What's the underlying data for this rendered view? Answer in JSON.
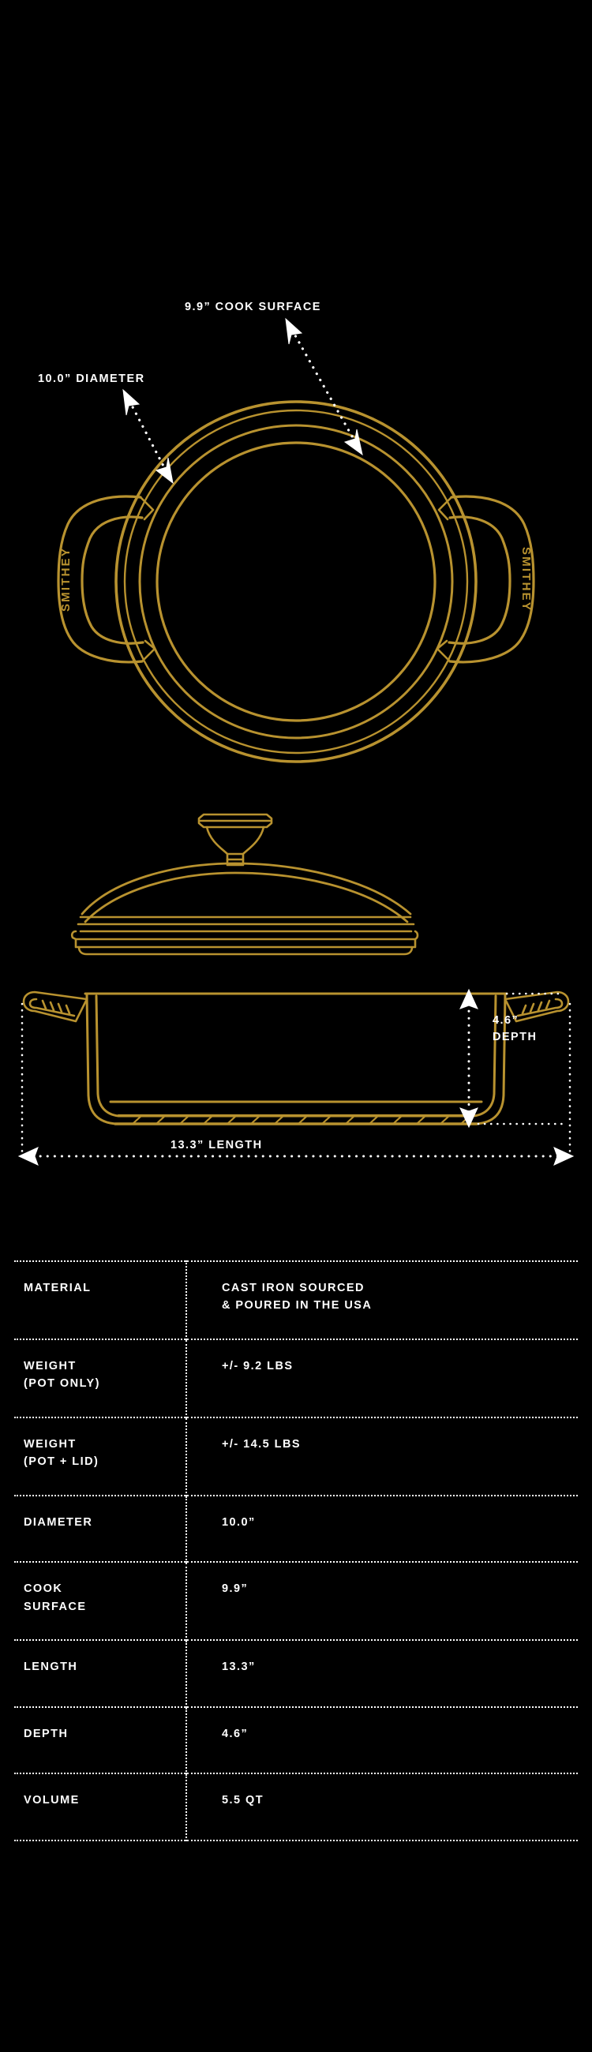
{
  "diagram": {
    "top_view": {
      "name": "pot-top-view",
      "annotations": [
        {
          "id": "cook-surface",
          "label": "9.9” COOK SURFACE"
        },
        {
          "id": "diameter",
          "label": "10.0” DIAMETER"
        }
      ],
      "handle_emboss_text": "SMITHEY"
    },
    "side_view": {
      "name": "pot-side-view",
      "annotations": [
        {
          "id": "length",
          "label": "13.3” LENGTH"
        },
        {
          "id": "depth",
          "label_line1": "4.6”",
          "label_line2": "DEPTH"
        }
      ]
    },
    "colors": {
      "background": "#000000",
      "line_gold": "#b8922f",
      "annotation_white": "#ffffff"
    }
  },
  "spec_table": {
    "rows": [
      {
        "label": "MATERIAL",
        "value": "CAST IRON SOURCED\n& POURED IN THE USA"
      },
      {
        "label": "WEIGHT\n(POT ONLY)",
        "value": "+/- 9.2 LBS"
      },
      {
        "label": "WEIGHT\n(POT + LID)",
        "value": "+/- 14.5 LBS"
      },
      {
        "label": "DIAMETER",
        "value": "10.0”"
      },
      {
        "label": "COOK\nSURFACE",
        "value": "9.9”"
      },
      {
        "label": "LENGTH",
        "value": "13.3”"
      },
      {
        "label": "DEPTH",
        "value": "4.6”"
      },
      {
        "label": "VOLUME",
        "value": "5.5 QT"
      }
    ]
  }
}
